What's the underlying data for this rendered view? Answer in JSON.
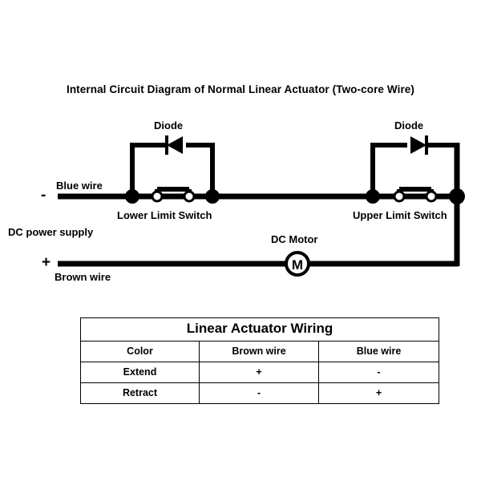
{
  "diagram": {
    "title": "Internal Circuit Diagram of Normal Linear Actuator (Two-core Wire)",
    "labels": {
      "diode_left": "Diode",
      "diode_right": "Diode",
      "blue_wire": "Blue wire",
      "brown_wire": "Brown wire",
      "lower_limit_switch": "Lower Limit Switch",
      "upper_limit_switch": "Upper Limit Switch",
      "dc_motor": "DC Motor",
      "dc_power_supply": "DC power supply",
      "negative_sign": "-",
      "positive_sign": "+",
      "motor_symbol": "M"
    },
    "colors": {
      "wire": "#000000",
      "background": "#ffffff",
      "contact_fill": "#ffffff"
    }
  },
  "table": {
    "title": "Linear Actuator Wiring",
    "headers": [
      "Color",
      "Brown wire",
      "Blue wire"
    ],
    "rows": [
      {
        "label": "Extend",
        "brown": "+",
        "blue": "-"
      },
      {
        "label": "Retract",
        "brown": "-",
        "blue": "+"
      }
    ]
  }
}
